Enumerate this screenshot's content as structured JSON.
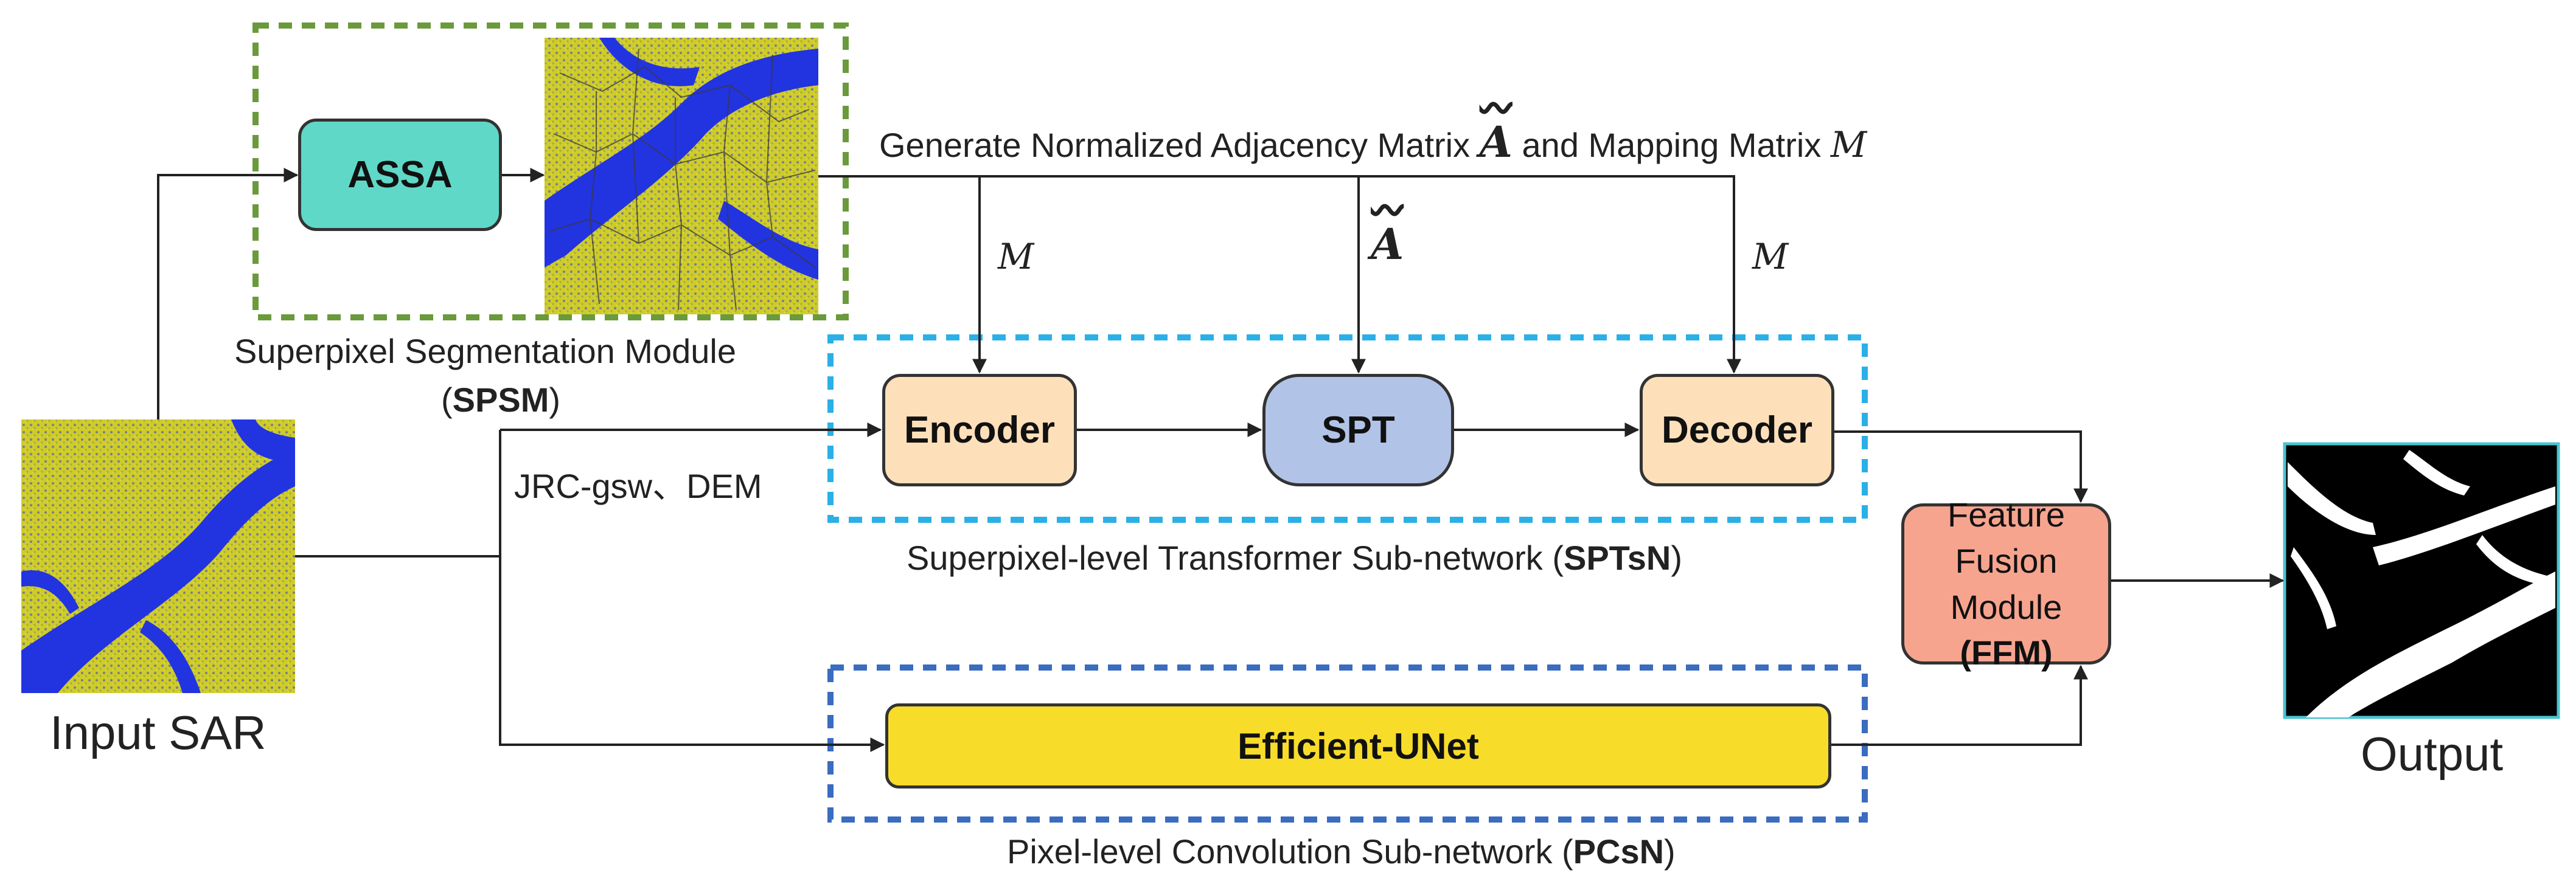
{
  "modules": {
    "assa": "ASSA",
    "encoder": "Encoder",
    "spt": "SPT",
    "decoder": "Decoder",
    "ffm_line1": "Feature",
    "ffm_line2a": "Fusion",
    "ffm_line2b": "Module ",
    "ffm_line2c": "(FFM)",
    "efficient_unet": "Efficient-UNet"
  },
  "labels": {
    "generate_text_a": "Generate Normalized Adjacency Matrix ",
    "a_tilde": "A",
    "generate_text_b": " and Mapping Matrix ",
    "m_symbol": "M",
    "spsm_line1": "Superpixel Segmentation Module",
    "spsm_open": "(",
    "spsm_abbr": "SPSM",
    "spsm_close": ")",
    "jrc_dem": "JRC-gsw、DEM",
    "sptsn_text": "Superpixel-level Transformer Sub-network (",
    "sptsn_abbr": "SPTsN",
    "sptsn_close": ")",
    "pcsn_text": "Pixel-level Convolution Sub-network (",
    "pcsn_abbr": "PCsN",
    "pcsn_close": ")",
    "input_sar": "Input SAR",
    "output": "Output"
  },
  "colors": {
    "assa": "#5fd8c8",
    "encoder_decoder": "#fde0ba",
    "spt": "#b2c3e8",
    "ffm": "#f7a48f",
    "efficient_unet": "#f8dc2a",
    "spsm_border": "#6a9a3c",
    "sptsn_border": "#2ab0e6",
    "pcsn_border": "#3a6cc0",
    "sar_water": "#2233e0",
    "sar_land": "#d8d430"
  }
}
